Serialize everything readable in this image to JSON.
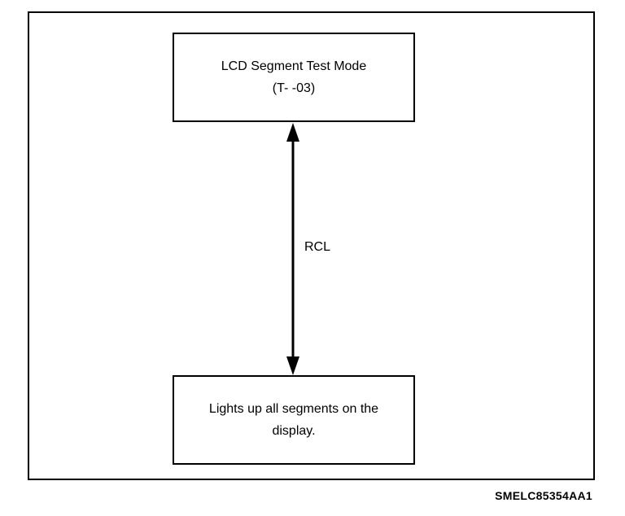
{
  "diagram": {
    "top_box": {
      "line1": "LCD Segment Test Mode",
      "line2": "(T- -03)"
    },
    "connector_label": "RCL",
    "bottom_box": {
      "line1": "Lights up all segments on the",
      "line2": "display."
    },
    "figure_code": "SMELC85354AA1"
  }
}
